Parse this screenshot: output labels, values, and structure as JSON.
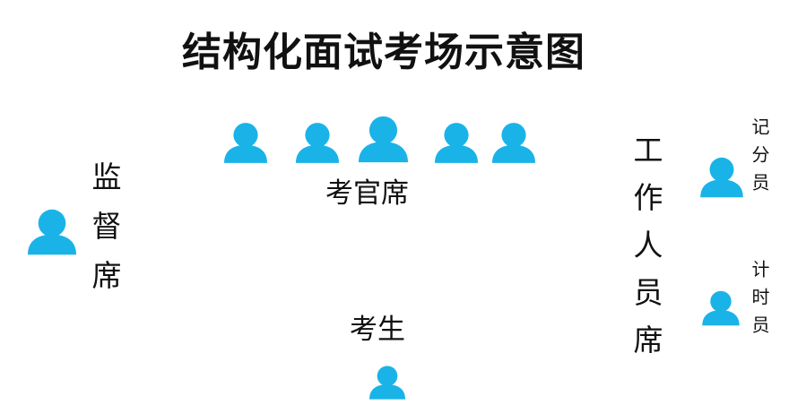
{
  "diagram": {
    "title": "结构化面试考场示意图",
    "labels": {
      "interviewers": "考官席",
      "candidate": "考生",
      "supervisor": "监督席",
      "staff": "工作人员席",
      "scorer": "记分员",
      "timer": "计时员"
    },
    "icon": "person-icon",
    "icon_color": "#1ab3e8",
    "interviewer_count": 5
  }
}
